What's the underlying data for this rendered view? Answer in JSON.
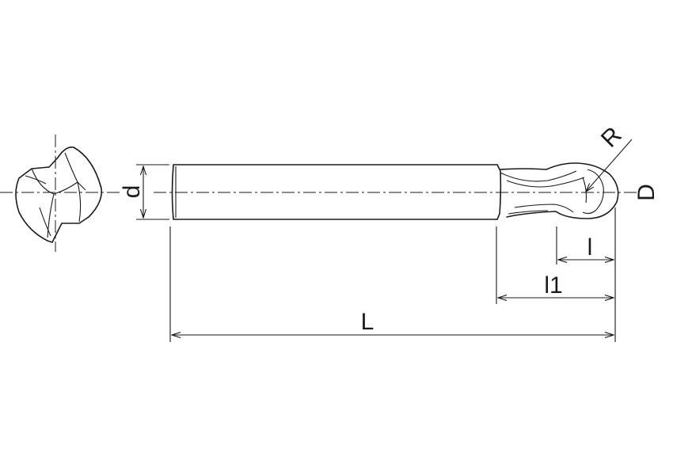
{
  "labels": {
    "d": "d",
    "R": "R",
    "D": "D",
    "l": "l",
    "l1": "l1",
    "L": "L"
  }
}
